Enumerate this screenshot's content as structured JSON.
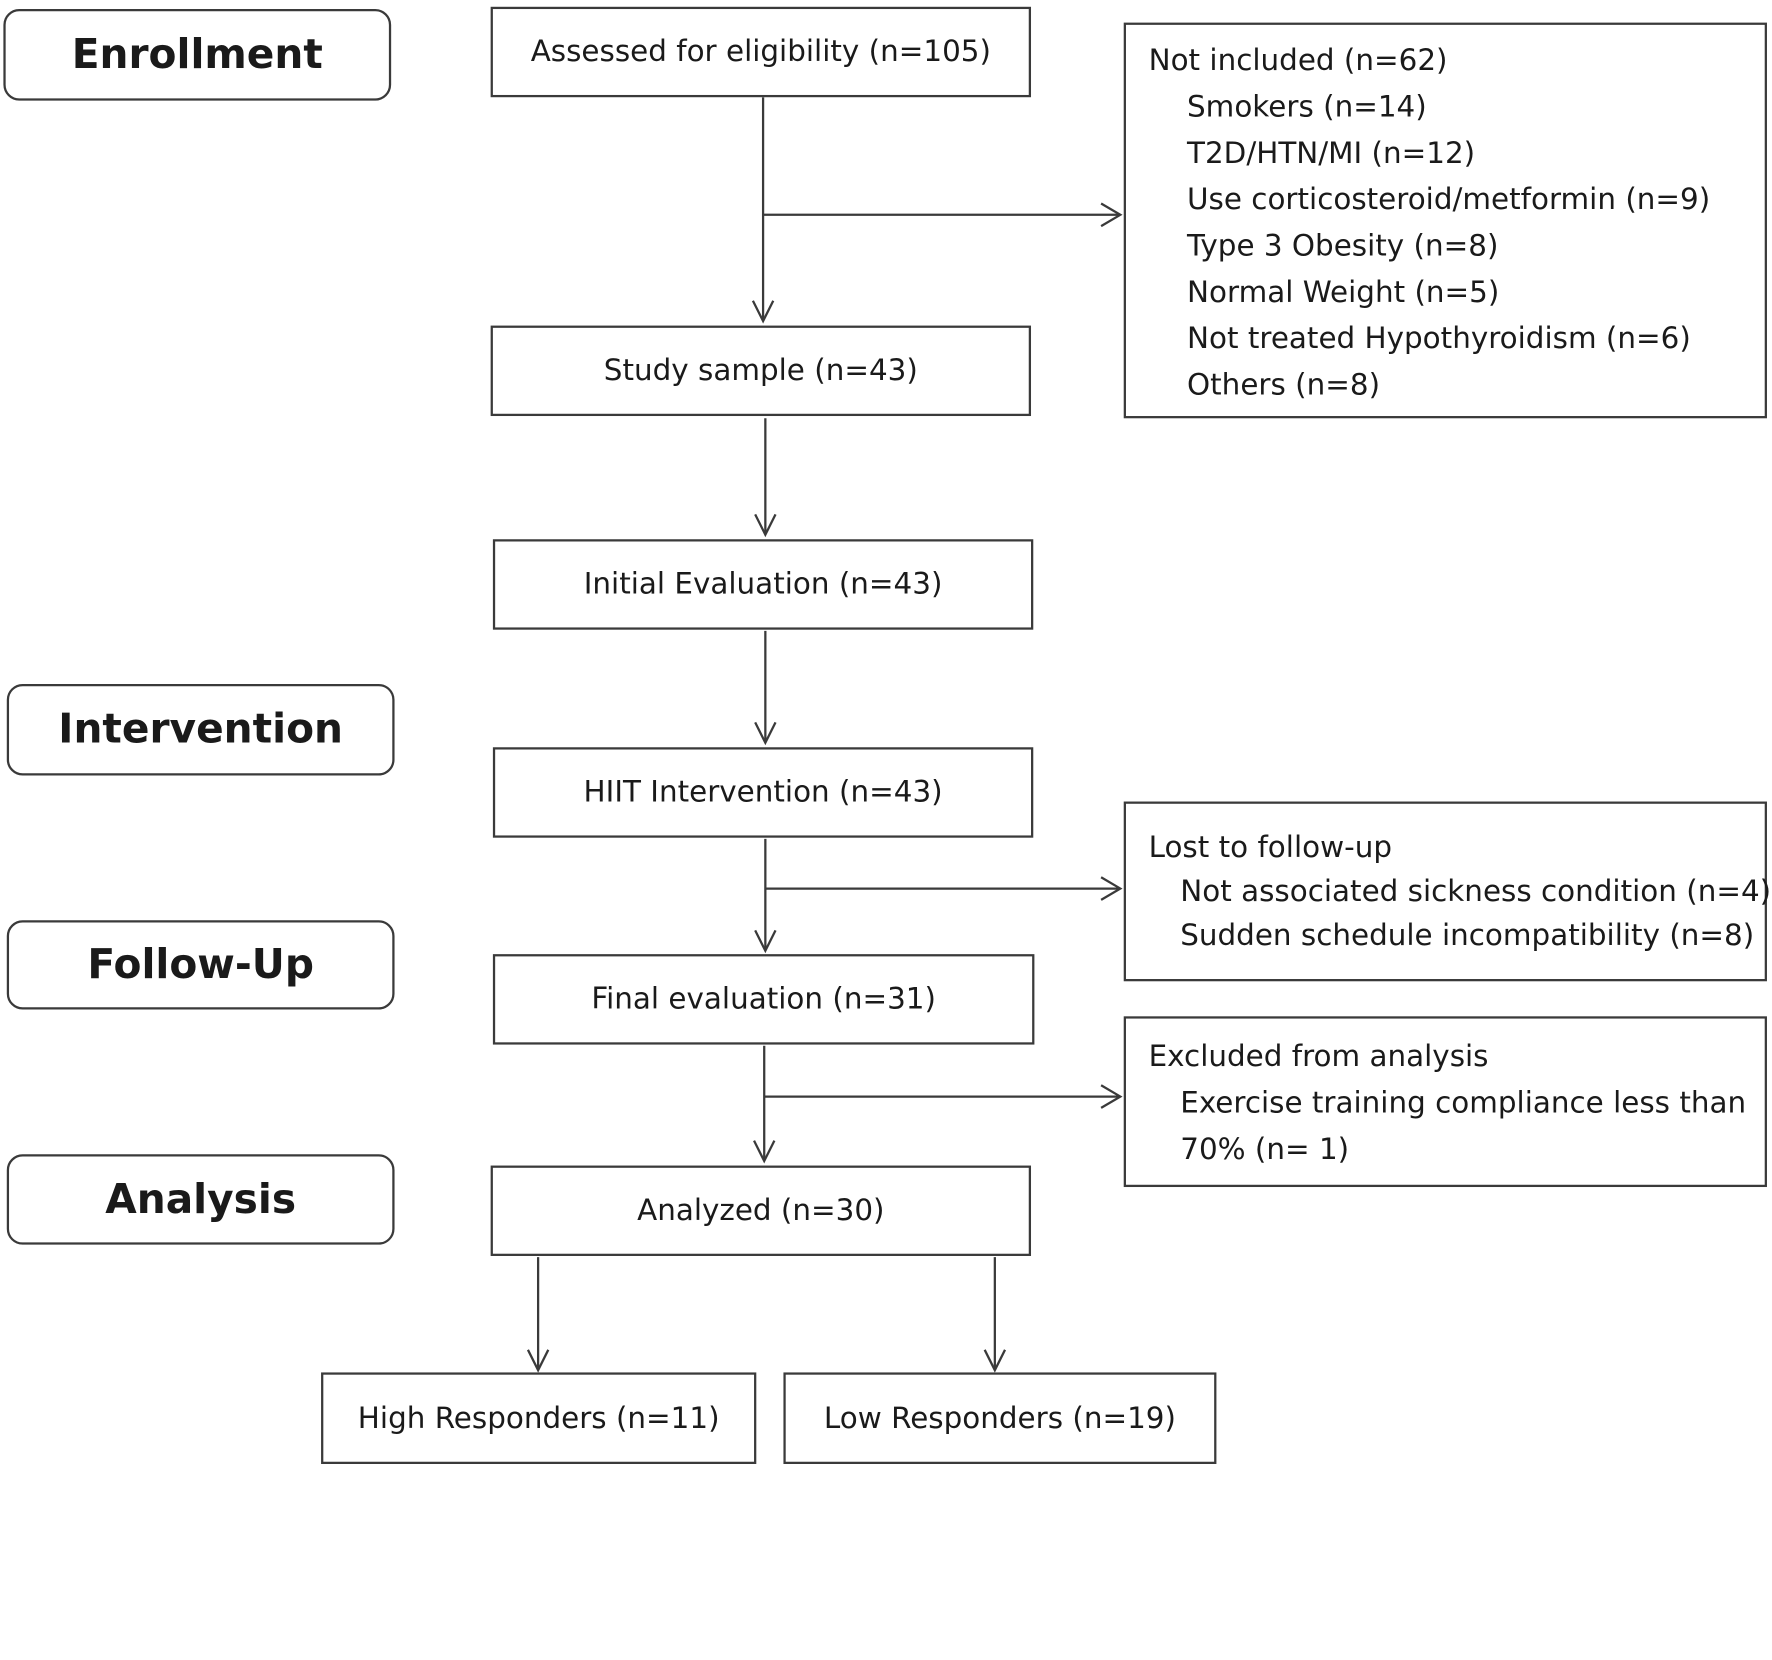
{
  "stages": {
    "enrollment": "Enrollment",
    "intervention": "Intervention",
    "follow_up": "Follow-Up",
    "analysis": "Analysis"
  },
  "boxes": {
    "assessed": "Assessed for eligibility (n=105)",
    "study_sample": "Study sample (n=43)",
    "initial_evaluation": "Initial Evaluation (n=43)",
    "hiit_intervention": "HIIT Intervention (n=43)",
    "final_evaluation": "Final evaluation (n=31)",
    "analyzed": "Analyzed (n=30)",
    "high_responders": "High Responders (n=11)",
    "low_responders": "Low Responders (n=19)"
  },
  "not_included": {
    "title": "Not included (n=62)",
    "items": [
      "Smokers (n=14)",
      "T2D/HTN/MI (n=12)",
      "Use corticosteroid/metformin (n=9)",
      "Type 3 Obesity (n=8)",
      "Normal Weight (n=5)",
      "Not treated Hypothyroidism (n=6)",
      "Others (n=8)"
    ]
  },
  "lost_to_follow_up": {
    "title": "Lost to follow-up",
    "items": [
      "Not associated sickness condition (n=4)",
      "Sudden schedule incompatibility (n=8)"
    ]
  },
  "excluded": {
    "title": "Excluded from analysis",
    "items": [
      "Exercise training compliance less than",
      "70% (n= 1)"
    ]
  }
}
